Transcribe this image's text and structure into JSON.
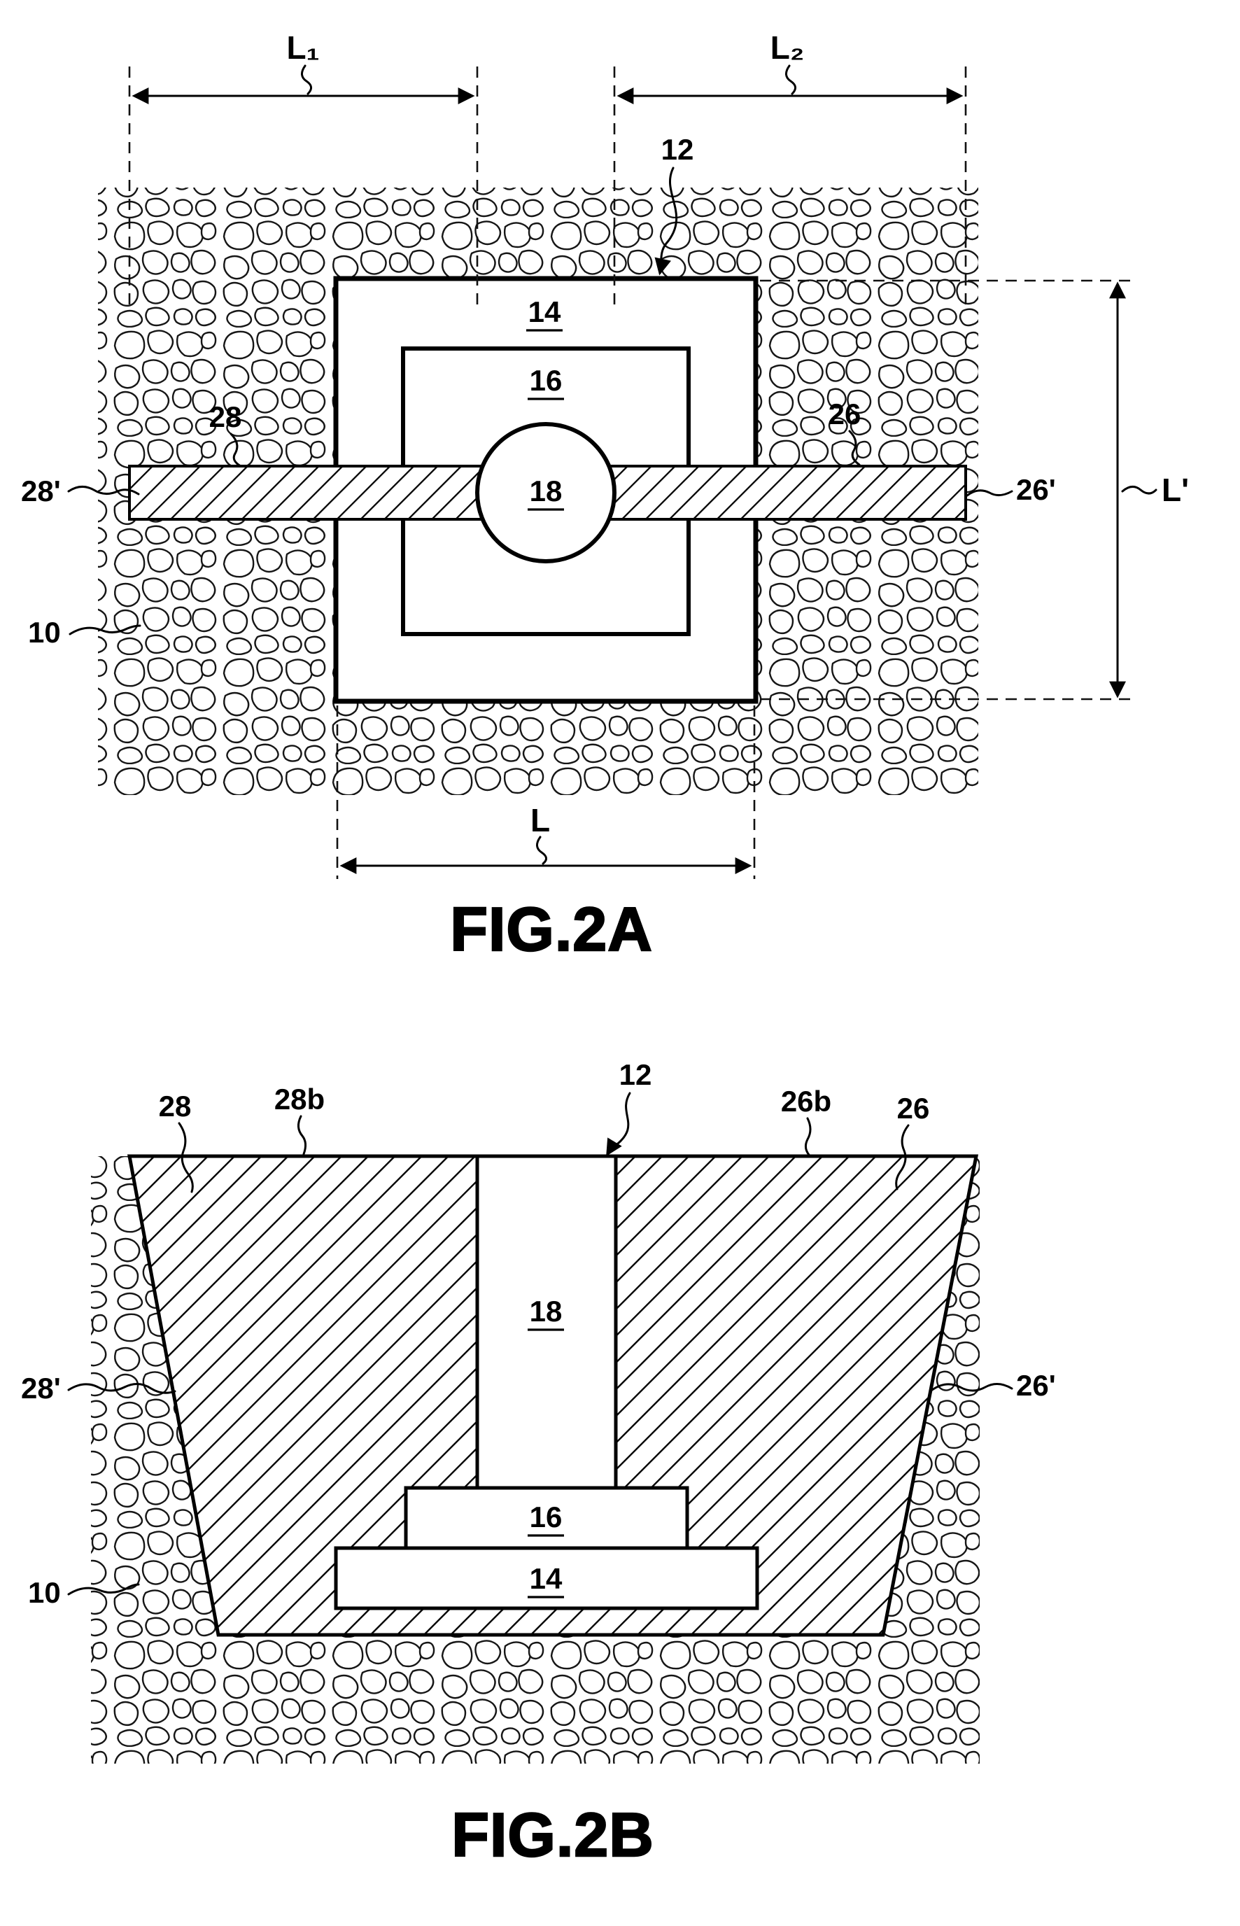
{
  "colors": {
    "ink": "#000000",
    "background": "#ffffff"
  },
  "fig2a": {
    "caption": "FIG.2A",
    "dims": {
      "l1": "L₁",
      "l2": "L₂",
      "l": "L",
      "l_prime": "L'"
    },
    "refs": {
      "r10": "10",
      "r12": "12",
      "r14": "14",
      "r16": "16",
      "r18": "18",
      "r26": "26",
      "r26p": "26'",
      "r28": "28",
      "r28p": "28'"
    }
  },
  "fig2b": {
    "caption": "FIG.2B",
    "refs": {
      "r10": "10",
      "r12": "12",
      "r14": "14",
      "r16": "16",
      "r18": "18",
      "r26": "26",
      "r26b": "26b",
      "r26p": "26'",
      "r28": "28",
      "r28b": "28b",
      "r28p": "28'"
    }
  }
}
